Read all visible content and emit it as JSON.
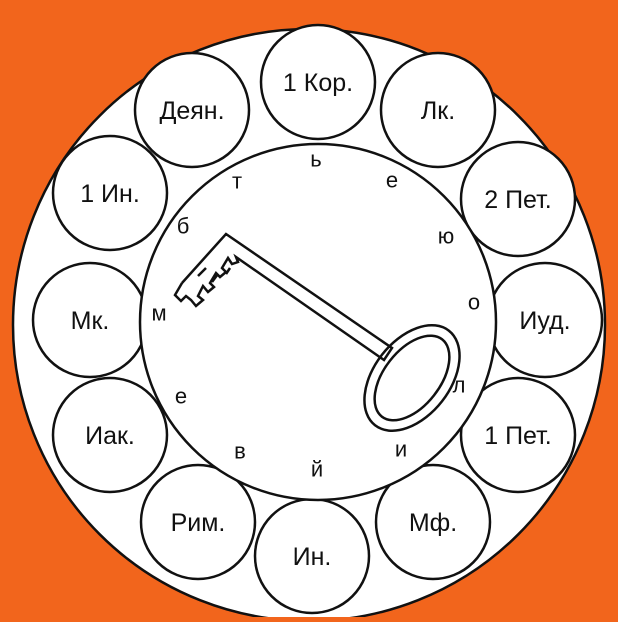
{
  "colors": {
    "background": "#f2651c",
    "disc": "#ffffff",
    "ink": "#111111"
  },
  "books": [
    "1 Кор.",
    "Лк.",
    "2 Пет.",
    "Иуд.",
    "1 Пет.",
    "Мф.",
    "Ин.",
    "Рим.",
    "Иак.",
    "Мк.",
    "1 Ин.",
    "Деян."
  ],
  "letters": [
    "ь",
    "е",
    "ю",
    "о",
    "л",
    "и",
    "й",
    "в",
    "е",
    "м",
    "б",
    "т"
  ],
  "key_icon": "key-icon"
}
